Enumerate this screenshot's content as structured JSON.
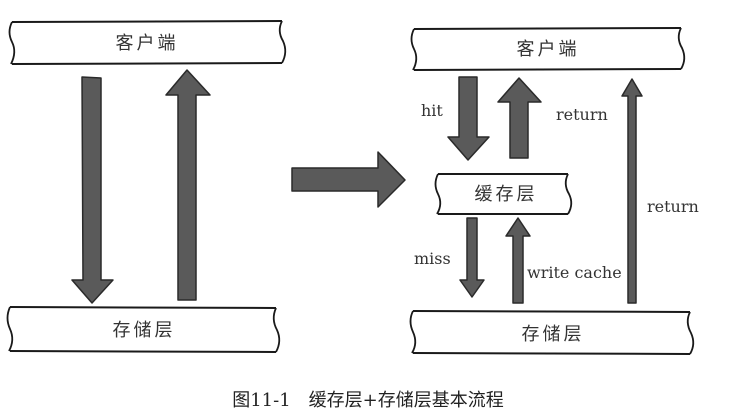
{
  "left": {
    "top_box": "客户端",
    "bottom_box": "存储层"
  },
  "right": {
    "top_box": "客户端",
    "middle_box": "缓存层",
    "bottom_box": "存储层",
    "labels": {
      "hit": "hit",
      "return_upper": "return",
      "return_long": "return",
      "miss": "miss",
      "write_cache": "write cache"
    }
  },
  "caption": "图11-1　缓存层+存储层基本流程",
  "colors": {
    "arrow_fill": "#5a5a5a",
    "arrow_stroke": "#2a2a2a",
    "box_stroke": "#1a1a1a"
  }
}
